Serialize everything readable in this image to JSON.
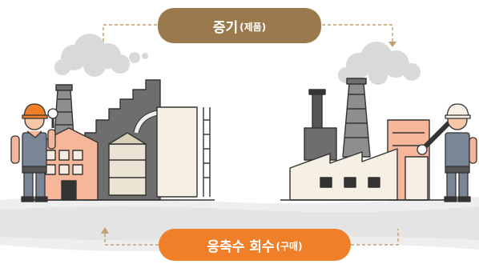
{
  "product_label": {
    "main": "증기",
    "sub": "(제품)"
  },
  "return_label": {
    "main": "응축수 회수",
    "sub": "(구매)"
  },
  "colors": {
    "product_pill": "#9a7a4c",
    "return_pill": "#f07f2a",
    "flow_line": "#c4a070",
    "worker_vest": "#7a8595",
    "building_orange": "#f5b69a",
    "building_gray": "#6e6e6e",
    "tank_cream": "#f6efe4",
    "ground": "#eeeeee"
  },
  "icons": [
    "left-worker-icon",
    "right-worker-icon",
    "left-plant-icon",
    "right-plant-icon",
    "smoke-cloud-icon",
    "chimney-icon",
    "wrench-icon",
    "magnifier-icon"
  ]
}
